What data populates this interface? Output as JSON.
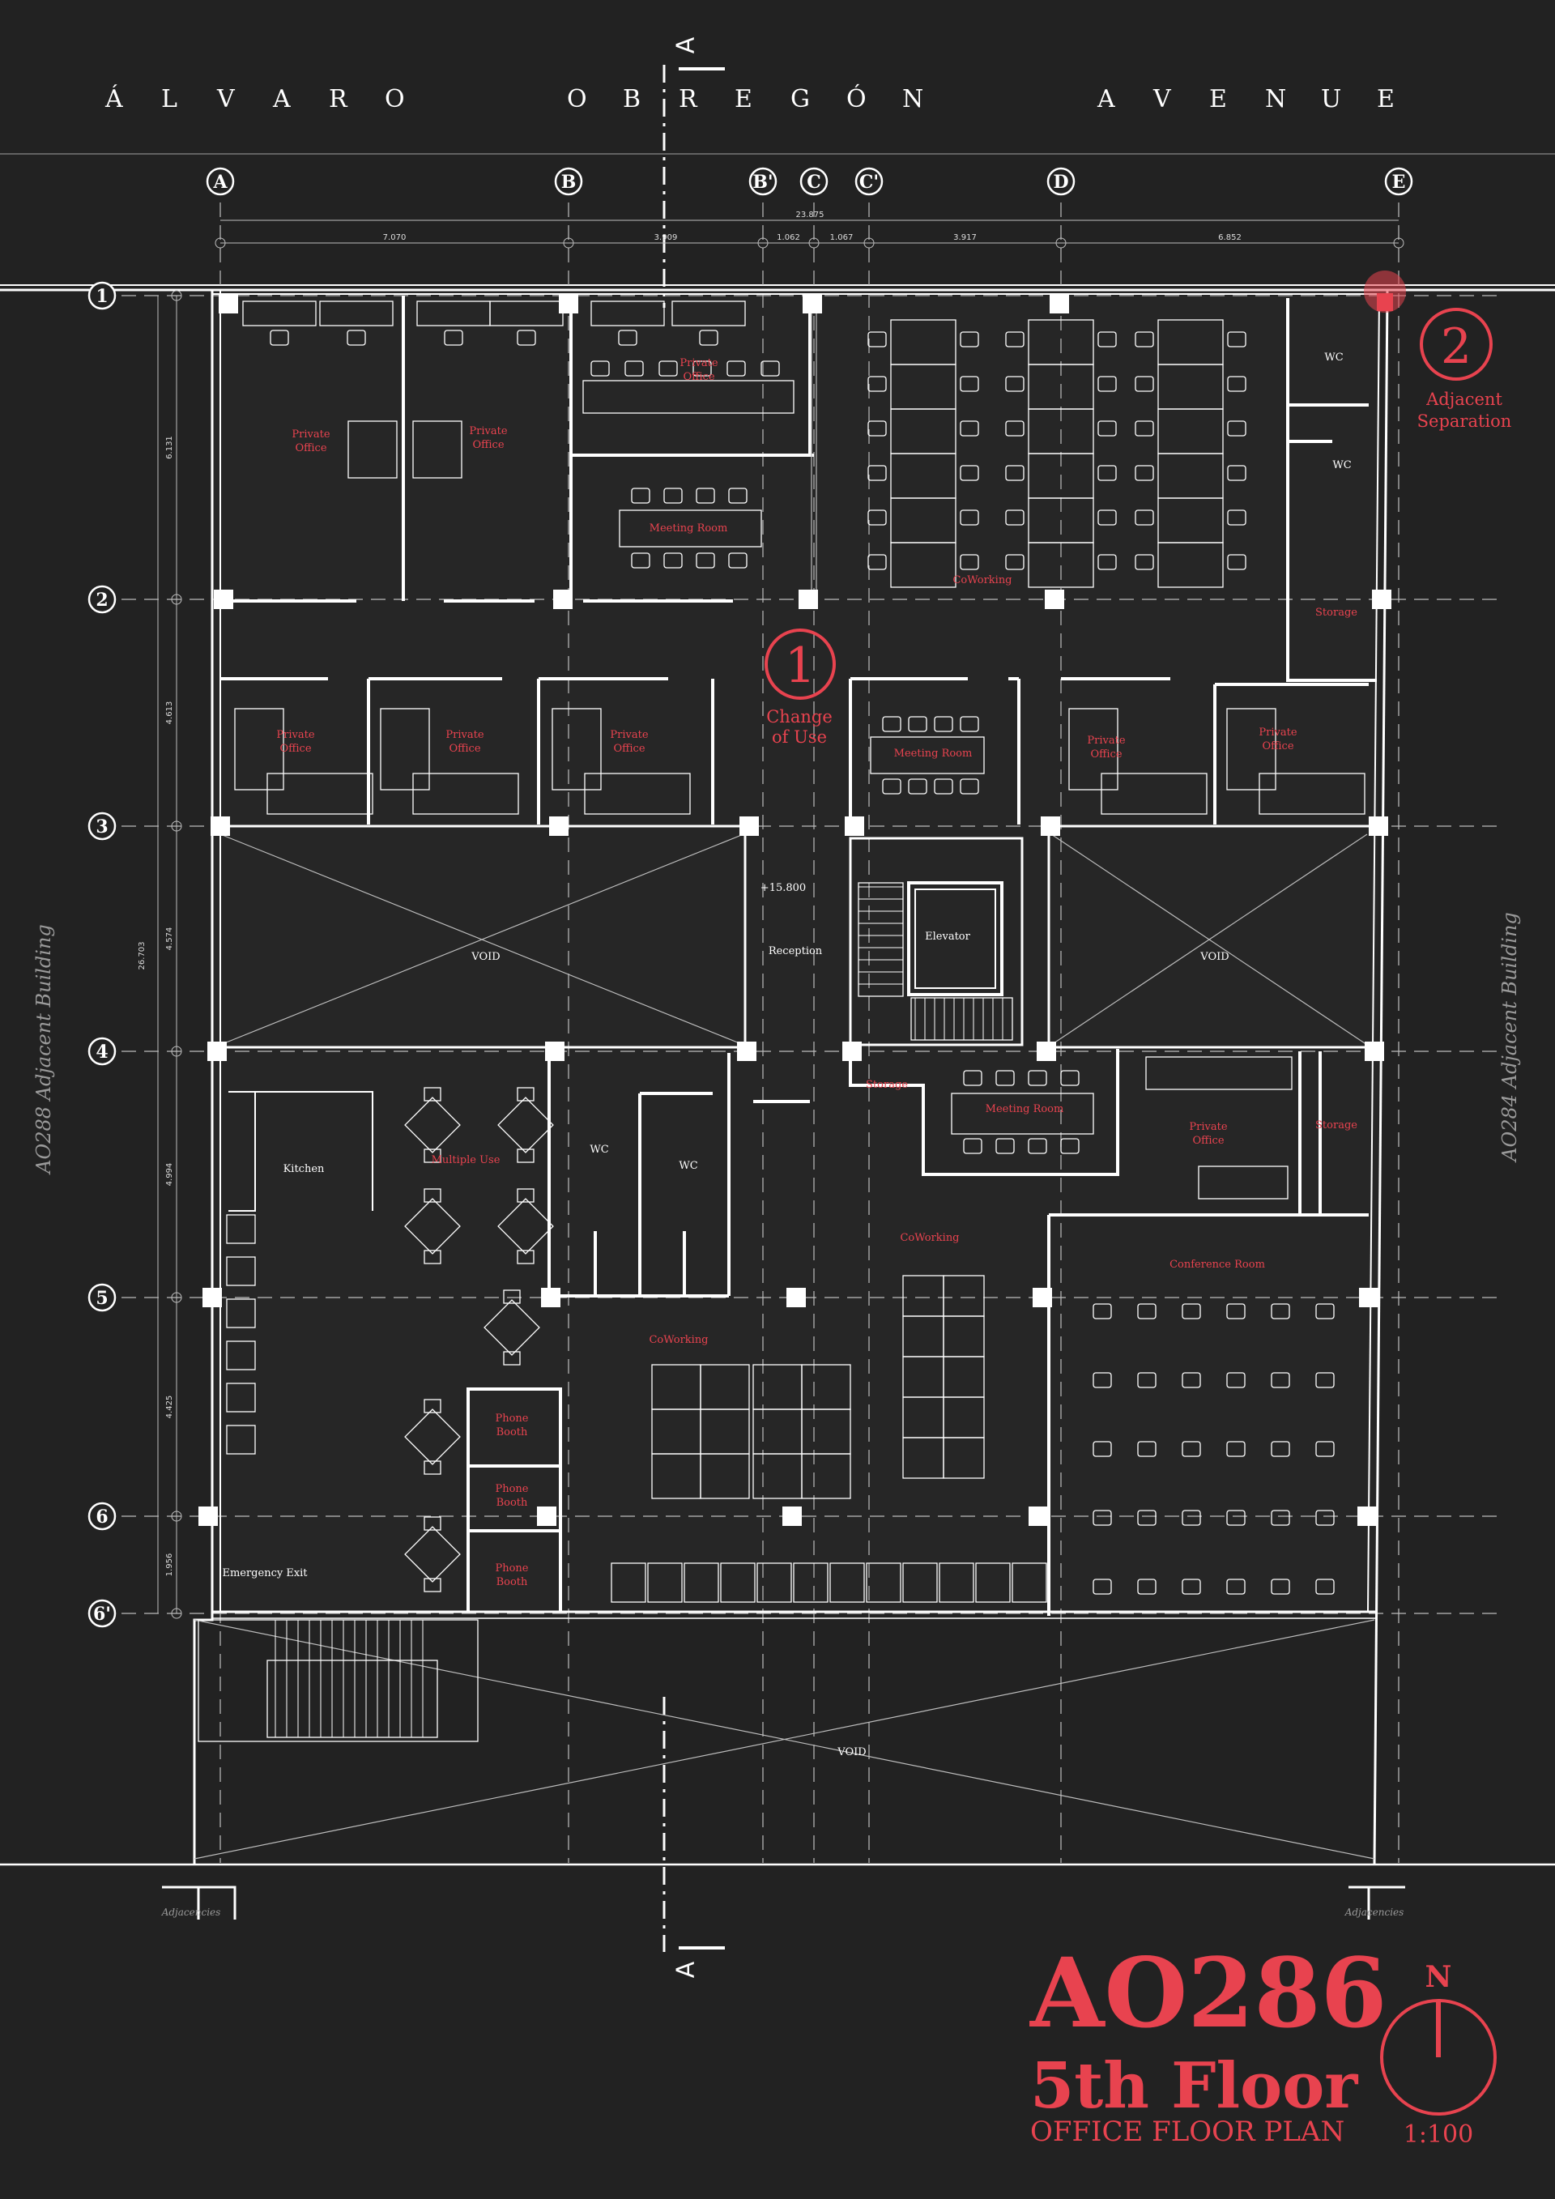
{
  "street_name": "ÁLVARO OBREGÓN AVENUE",
  "section_marker": "A",
  "column_grid": [
    "A",
    "B",
    "B'",
    "C",
    "C'",
    "D",
    "E"
  ],
  "row_grid": [
    "1",
    "2",
    "3",
    "4",
    "5",
    "6",
    "6'"
  ],
  "dimensions_top": {
    "overall": "23.875",
    "segments": [
      "7.070",
      "3.909",
      "1.062",
      "1.067",
      "3.917",
      "6.852"
    ]
  },
  "dimensions_left": {
    "overall": "26.703",
    "segments": [
      "6.131",
      "4.613",
      "4.574",
      "4.994",
      "4.425",
      "1.956"
    ]
  },
  "side_labels": {
    "left": "AO288 Adjacent Building",
    "right": "AO284 Adjacent Building"
  },
  "adjacency_label": "Adjacencies",
  "rooms": {
    "private_office": "Private Office",
    "meeting_room": "Meeting Room",
    "coworking": "CoWorking",
    "wc": "WC",
    "storage": "Storage",
    "elevator": "Elevator",
    "reception": "Reception",
    "void": "VOID",
    "kitchen": "Kitchen",
    "multiple_use": "Multiple Use",
    "conference_room": "Conference Room",
    "phone_booth": "Phone Booth",
    "emergency_exit": "Emergency Exit",
    "level": "+15.800"
  },
  "notes": [
    {
      "number": "1",
      "text": "Change of Use"
    },
    {
      "number": "2",
      "text": "Adjacent Separation"
    }
  ],
  "title_block": {
    "project": "AO286",
    "floor": "5th Floor",
    "subtitle": "OFFICE FLOOR PLAN",
    "north": "N",
    "scale": "1:100"
  },
  "colors": {
    "background": "#222222",
    "lines": "#ffffff",
    "accent": "#e8434f",
    "dim_lines": "#bdbdbd"
  }
}
